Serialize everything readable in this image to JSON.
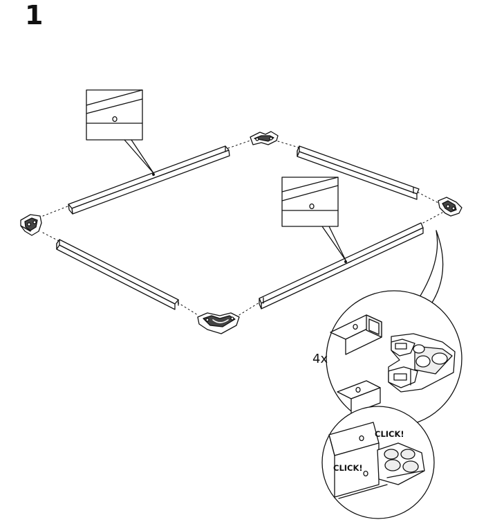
{
  "step": {
    "number": "1"
  },
  "detail": {
    "quantity": "4x",
    "click_top": "CLICK!",
    "click_bottom": "CLICK!"
  },
  "colors": {
    "line": "#111111",
    "fill": "#ffffff",
    "shade": "#dcdcdc"
  }
}
